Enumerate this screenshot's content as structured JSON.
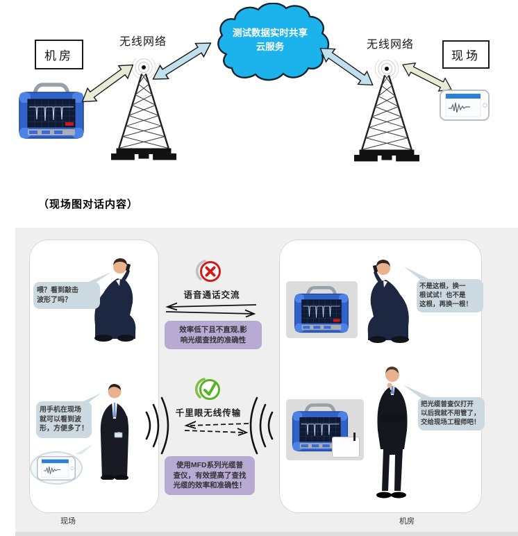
{
  "top": {
    "room_box": "机房",
    "site_box": "现场",
    "wireless_left": "无线网络",
    "wireless_right": "无线网络",
    "cloud": "测试数据实时共享\n云服务"
  },
  "heading": "（现场图对话内容）",
  "scene": {
    "site_label": "现场",
    "room_label": "机房",
    "bubbles": {
      "site_top": "喂？看到敲击\n波形了吗？",
      "site_bottom": "用手机在现场\n就可以看到波\n形，方便多了！",
      "room_top": "不是这根，换一\n根试试！也不是\n这根，再换一根！",
      "room_bottom": "把光缆普查仪打开\n以后我就不用管了，\n交给现场工程师吧！"
    },
    "voice": {
      "title": "语音通话交流",
      "note": "效率低下且不直观,影\n响光缆查找的准确性"
    },
    "wireless": {
      "title": "千里眼无线传输",
      "note": "使用MFD系列光缆普\n查仪，有效提高了查找\n光缆的效率和准确性！"
    }
  },
  "colors": {
    "cloud_blue": "#1cb2ec",
    "arrow_beige": "#e9ecd4",
    "arrow_blue": "#bfe0ec",
    "bubble_gray_blue": "#ccd9e0",
    "bubble_purple": "#b7abd3",
    "cross_red": "#d11a1a",
    "check_green": "#59b324",
    "device_blue": "#2f63c9"
  }
}
